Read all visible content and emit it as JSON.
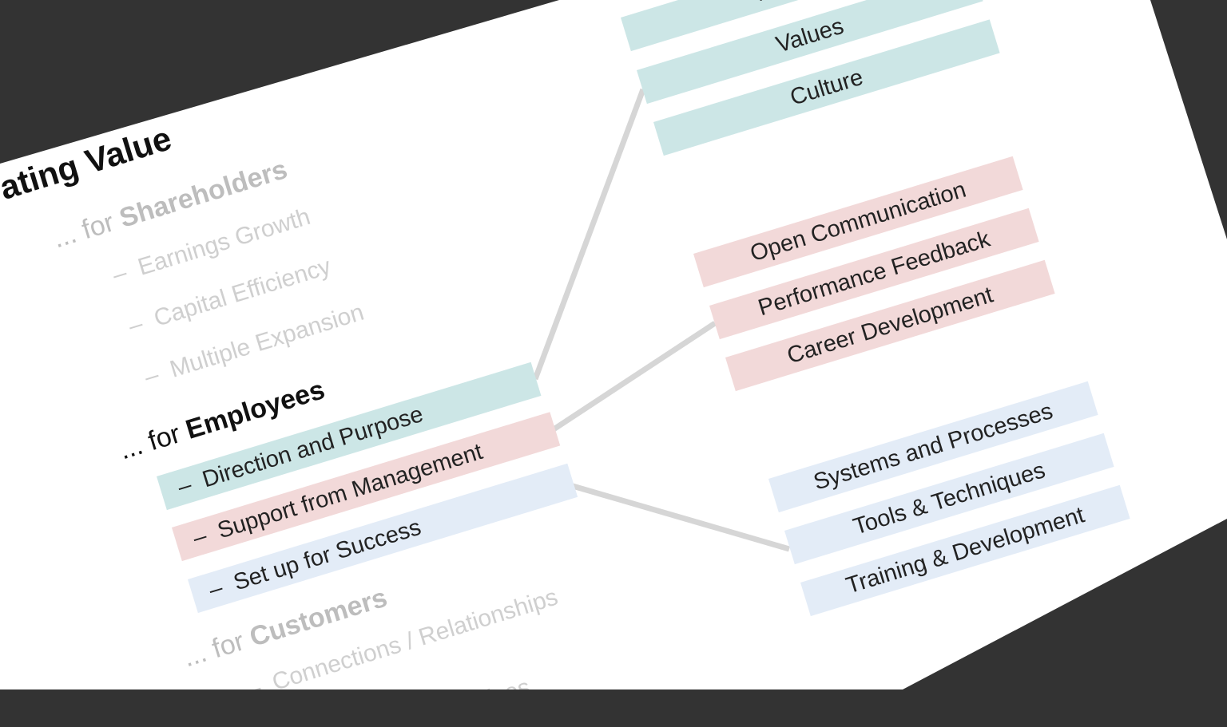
{
  "slide": {
    "title": "ating Value",
    "groups": [
      {
        "prefix": "... for ",
        "name": "Shareholders",
        "items": [
          "Earnings Growth",
          "Capital Efficiency",
          "Multiple Expansion"
        ]
      },
      {
        "prefix": "... for ",
        "name": "Employees",
        "items": [
          "Direction and Purpose",
          "Support from Management",
          "Set up for Success"
        ]
      },
      {
        "prefix": "... for ",
        "name": "Customers",
        "items": [
          "Connections / Relationships",
          "Services"
        ]
      }
    ],
    "dash": "–",
    "detail_groups": [
      {
        "color": "#cce6e6",
        "items": [
          "Mission",
          "Values",
          "Culture"
        ]
      },
      {
        "color": "#f2d9d9",
        "items": [
          "Open Communication",
          "Performance Feedback",
          "Career Development"
        ]
      },
      {
        "color": "#e3ecf7",
        "items": [
          "Systems and Processes",
          "Tools & Techniques",
          "Training & Development"
        ]
      }
    ],
    "connector_color": "#d6d6d6",
    "background": "#333333"
  }
}
